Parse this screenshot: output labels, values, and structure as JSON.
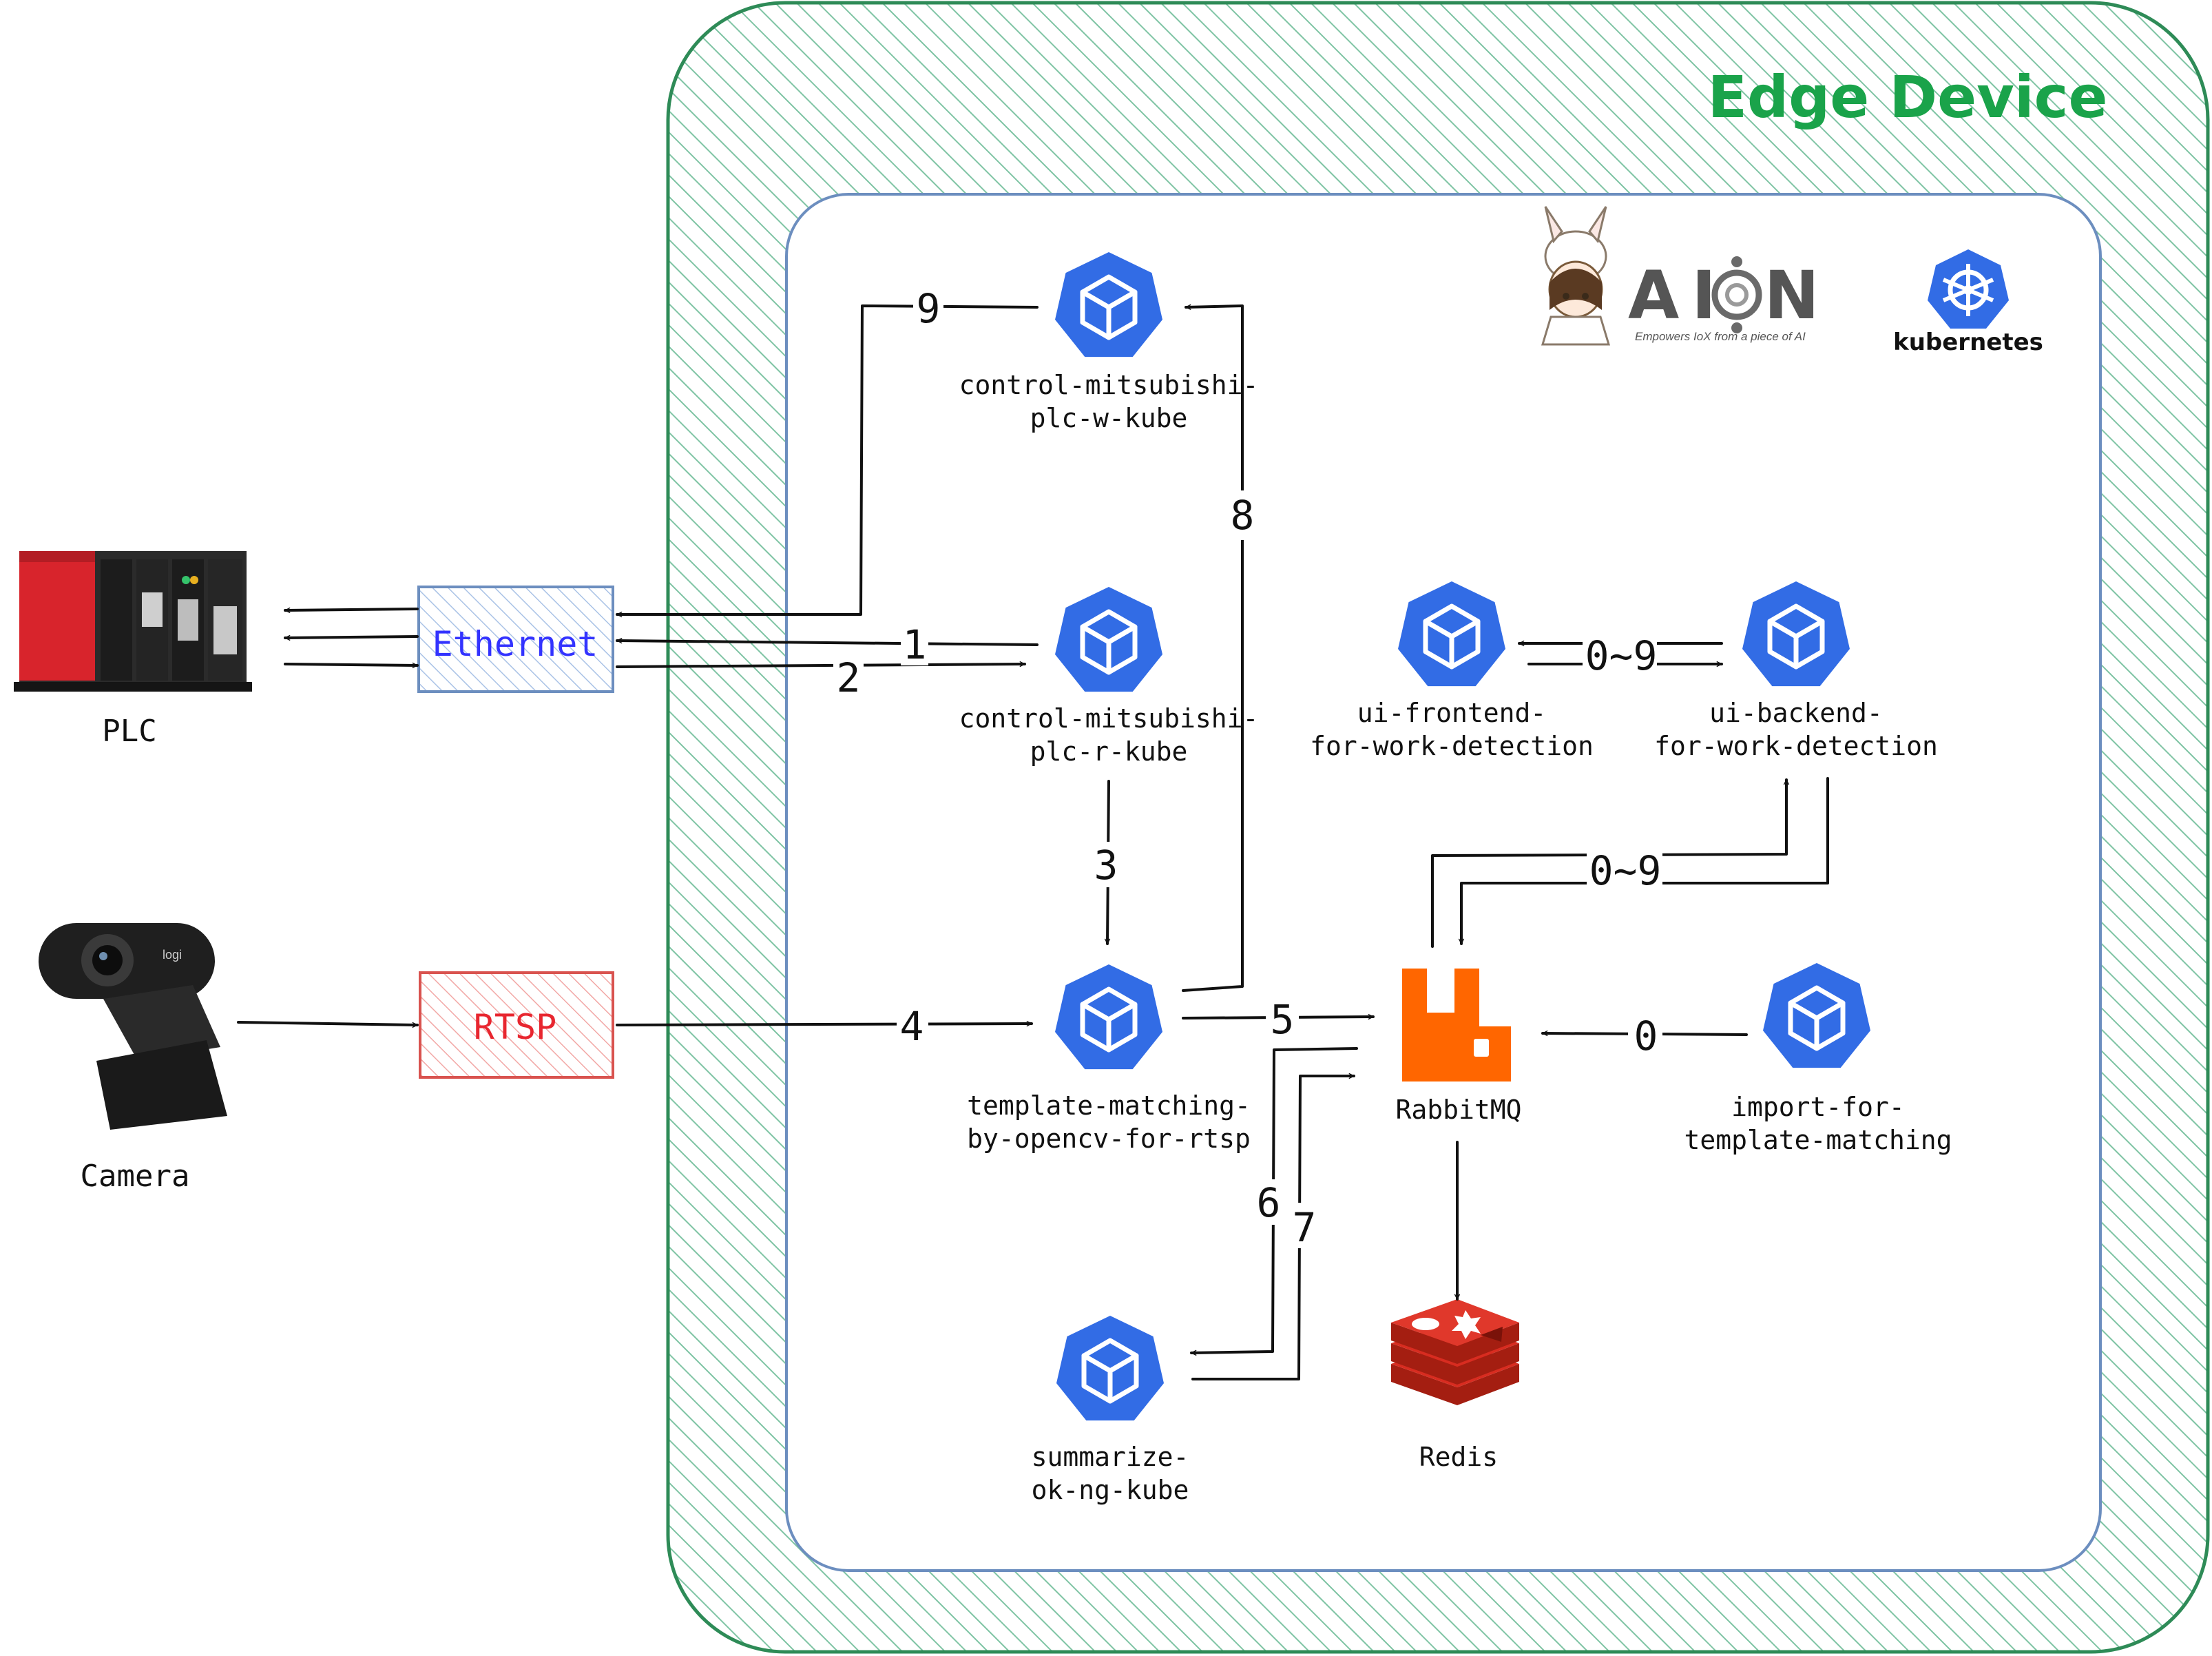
{
  "edge_device": {
    "title": "Edge Device"
  },
  "external": {
    "plc_label": "PLC",
    "camera_label": "Camera",
    "ethernet_label": "Ethernet",
    "rtsp_label": "RTSP"
  },
  "logos": {
    "aion_text": "AI N",
    "aion_tagline": "Empowers IoX from a piece of AI",
    "kubernetes_label": "kubernetes"
  },
  "nodes": {
    "control_w": [
      "control-mitsubishi-",
      "plc-w-kube"
    ],
    "control_r": [
      "control-mitsubishi-",
      "plc-r-kube"
    ],
    "template_matching": [
      "template-matching-",
      "by-opencv-for-rtsp"
    ],
    "summarize": [
      "summarize-",
      "ok-ng-kube"
    ],
    "ui_frontend": [
      "ui-frontend-",
      "for-work-detection"
    ],
    "ui_backend": [
      "ui-backend-",
      "for-work-detection"
    ],
    "rabbitmq": "RabbitMQ",
    "redis": "Redis",
    "import_template": [
      "import-for-",
      "template-matching"
    ]
  },
  "edges": {
    "e1": "1",
    "e2": "2",
    "e3": "3",
    "e4": "4",
    "e5": "5",
    "e6": "6",
    "e7": "7",
    "e8": "8",
    "e9": "9",
    "e0": "0",
    "e_ui": "0~9",
    "e_mq_ui": "0~9"
  },
  "colors": {
    "edge_device_border": "#2e8b57",
    "edge_device_hatch": "#7fc4a4",
    "title_green": "#1aa34a",
    "k8s_panel_border": "#6c8ebf",
    "kube_blue": "#326ce5",
    "ethernet_border": "#6c8ebf",
    "ethernet_text": "#3333ff",
    "rtsp_border": "#d9534f",
    "rtsp_text": "#e8262f",
    "rabbitmq_orange": "#ff6600",
    "redis_red": "#d82c20"
  }
}
